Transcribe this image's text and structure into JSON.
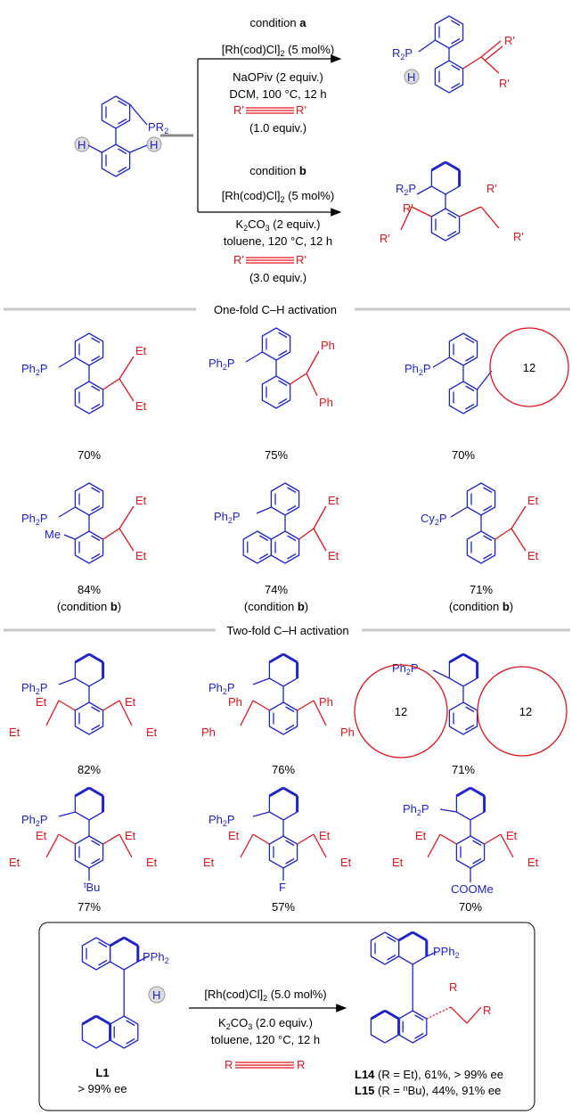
{
  "scheme": {
    "condition_a": {
      "title_prefix": "condition ",
      "title_letter": "a",
      "catalyst": "[Rh(cod)Cl]",
      "catalyst_sub": "2",
      "catalyst_load": " (5 mol%)",
      "base": "NaOPiv (2 equiv.)",
      "solvent_temp": "DCM, 100 °C, 12 h",
      "alkyne_equiv": "(1.0 equiv.)"
    },
    "condition_b": {
      "title_prefix": "condition ",
      "title_letter": "b",
      "catalyst": "[Rh(cod)Cl]",
      "catalyst_sub": "2",
      "catalyst_load": " (5 mol%)",
      "base_pre": "K",
      "base_sub": "2",
      "base_mid": "CO",
      "base_sub2": "3",
      "base_post": " (2 equiv.)",
      "solvent_temp": "toluene, 120 °C, 12 h",
      "alkyne_equiv": "(3.0 equiv.)"
    },
    "atoms": {
      "PR2": "PR",
      "PR2_sub": "2",
      "R2P": "R",
      "R2P_sub": "2",
      "RP": "P",
      "H": "H",
      "Rp": "R'",
      "Ph2P": "Ph",
      "Ph2P_sub": "2",
      "P": "P",
      "Cy2P": "Cy",
      "Et": "Et",
      "Ph": "Ph",
      "Me": "Me",
      "F": "F",
      "tBu_sup": "t",
      "tBu": "Bu",
      "COOMe": "COOMe",
      "ring": "12",
      "PPh2": "PPh",
      "PPh2_sub": "2",
      "R": "R"
    }
  },
  "sections": {
    "one_fold": "One-fold C–H activation",
    "two_fold": "Two-fold C–H activation"
  },
  "one_fold_products": [
    {
      "yield": "70%",
      "note": ""
    },
    {
      "yield": "75%",
      "note": ""
    },
    {
      "yield": "70%",
      "note": ""
    },
    {
      "yield": "84%",
      "note_pre": "(condition ",
      "note_b": "b",
      "note_post": ")"
    },
    {
      "yield": "74%",
      "note_pre": "(condition ",
      "note_b": "b",
      "note_post": ")"
    },
    {
      "yield": "71%",
      "note_pre": "(condition ",
      "note_b": "b",
      "note_post": ")"
    }
  ],
  "two_fold_products": [
    {
      "yield": "82%"
    },
    {
      "yield": "76%"
    },
    {
      "yield": "71%"
    },
    {
      "yield": "77%"
    },
    {
      "yield": "57%"
    },
    {
      "yield": "70%"
    }
  ],
  "box": {
    "catalyst": "[Rh(cod)Cl]",
    "catalyst_sub": "2",
    "catalyst_load": " (5.0 mol%)",
    "base_pre": "K",
    "base_sub": "2",
    "base_mid": "CO",
    "base_sub2": "3",
    "base_post": " (2.0 equiv.)",
    "solvent_temp": "toluene, 120 °C, 12 h",
    "L1": "L1",
    "L1_ee": "> 99% ee",
    "L14_name": "L14",
    "L14_desc": " (R = Et), 61%, > 99% ee",
    "L15_name": "L15",
    "L15_desc_pre": " (R = ",
    "L15_sup": "n",
    "L15_desc_post": "Bu), 44%, 91% ee"
  }
}
